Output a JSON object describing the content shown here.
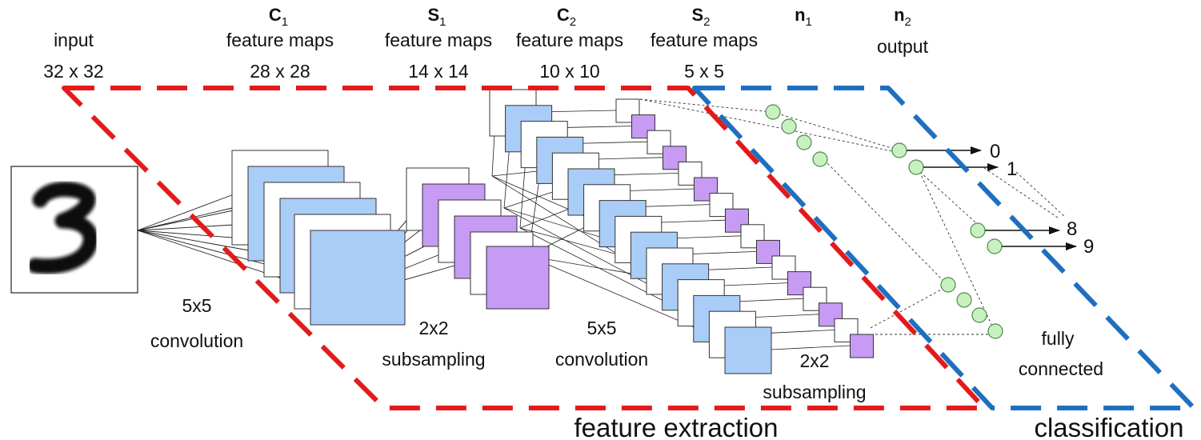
{
  "layers": {
    "input": {
      "line1": "input",
      "line2": "32 x 32"
    },
    "c1": {
      "sym": "C",
      "sub": "1",
      "line1": "feature maps",
      "line2": "28 x 28"
    },
    "s1": {
      "sym": "S",
      "sub": "1",
      "line1": "feature maps",
      "line2": "14 x 14"
    },
    "c2": {
      "sym": "C",
      "sub": "2",
      "line1": "feature maps",
      "line2": "10 x 10"
    },
    "s2": {
      "sym": "S",
      "sub": "2",
      "line1": "feature maps",
      "line2": "5 x 5"
    },
    "n1": {
      "sym": "n",
      "sub": "1"
    },
    "n2": {
      "sym": "n",
      "sub": "2",
      "line1": "output"
    }
  },
  "operations": {
    "conv1": {
      "line1": "5x5",
      "line2": "convolution"
    },
    "sub1": {
      "line1": "2x2",
      "line2": "subsampling"
    },
    "conv2": {
      "line1": "5x5",
      "line2": "convolution"
    },
    "sub2": {
      "line1": "2x2",
      "line2": "subsampling"
    },
    "fc": {
      "line1": "fully",
      "line2": "connected"
    }
  },
  "regions": {
    "feature_extraction": "feature extraction",
    "classification": "classification"
  },
  "outputs": [
    "0",
    "1",
    "8",
    "9"
  ],
  "input_digit": "3",
  "colors": {
    "feature_region": "#e31a1c",
    "classification_region": "#1f6fbf",
    "conv_map": "#a9cdf7",
    "subsample_map": "#c79af4",
    "neuron": "#c9f0c0",
    "neuron_stroke": "#4a8a4a"
  }
}
